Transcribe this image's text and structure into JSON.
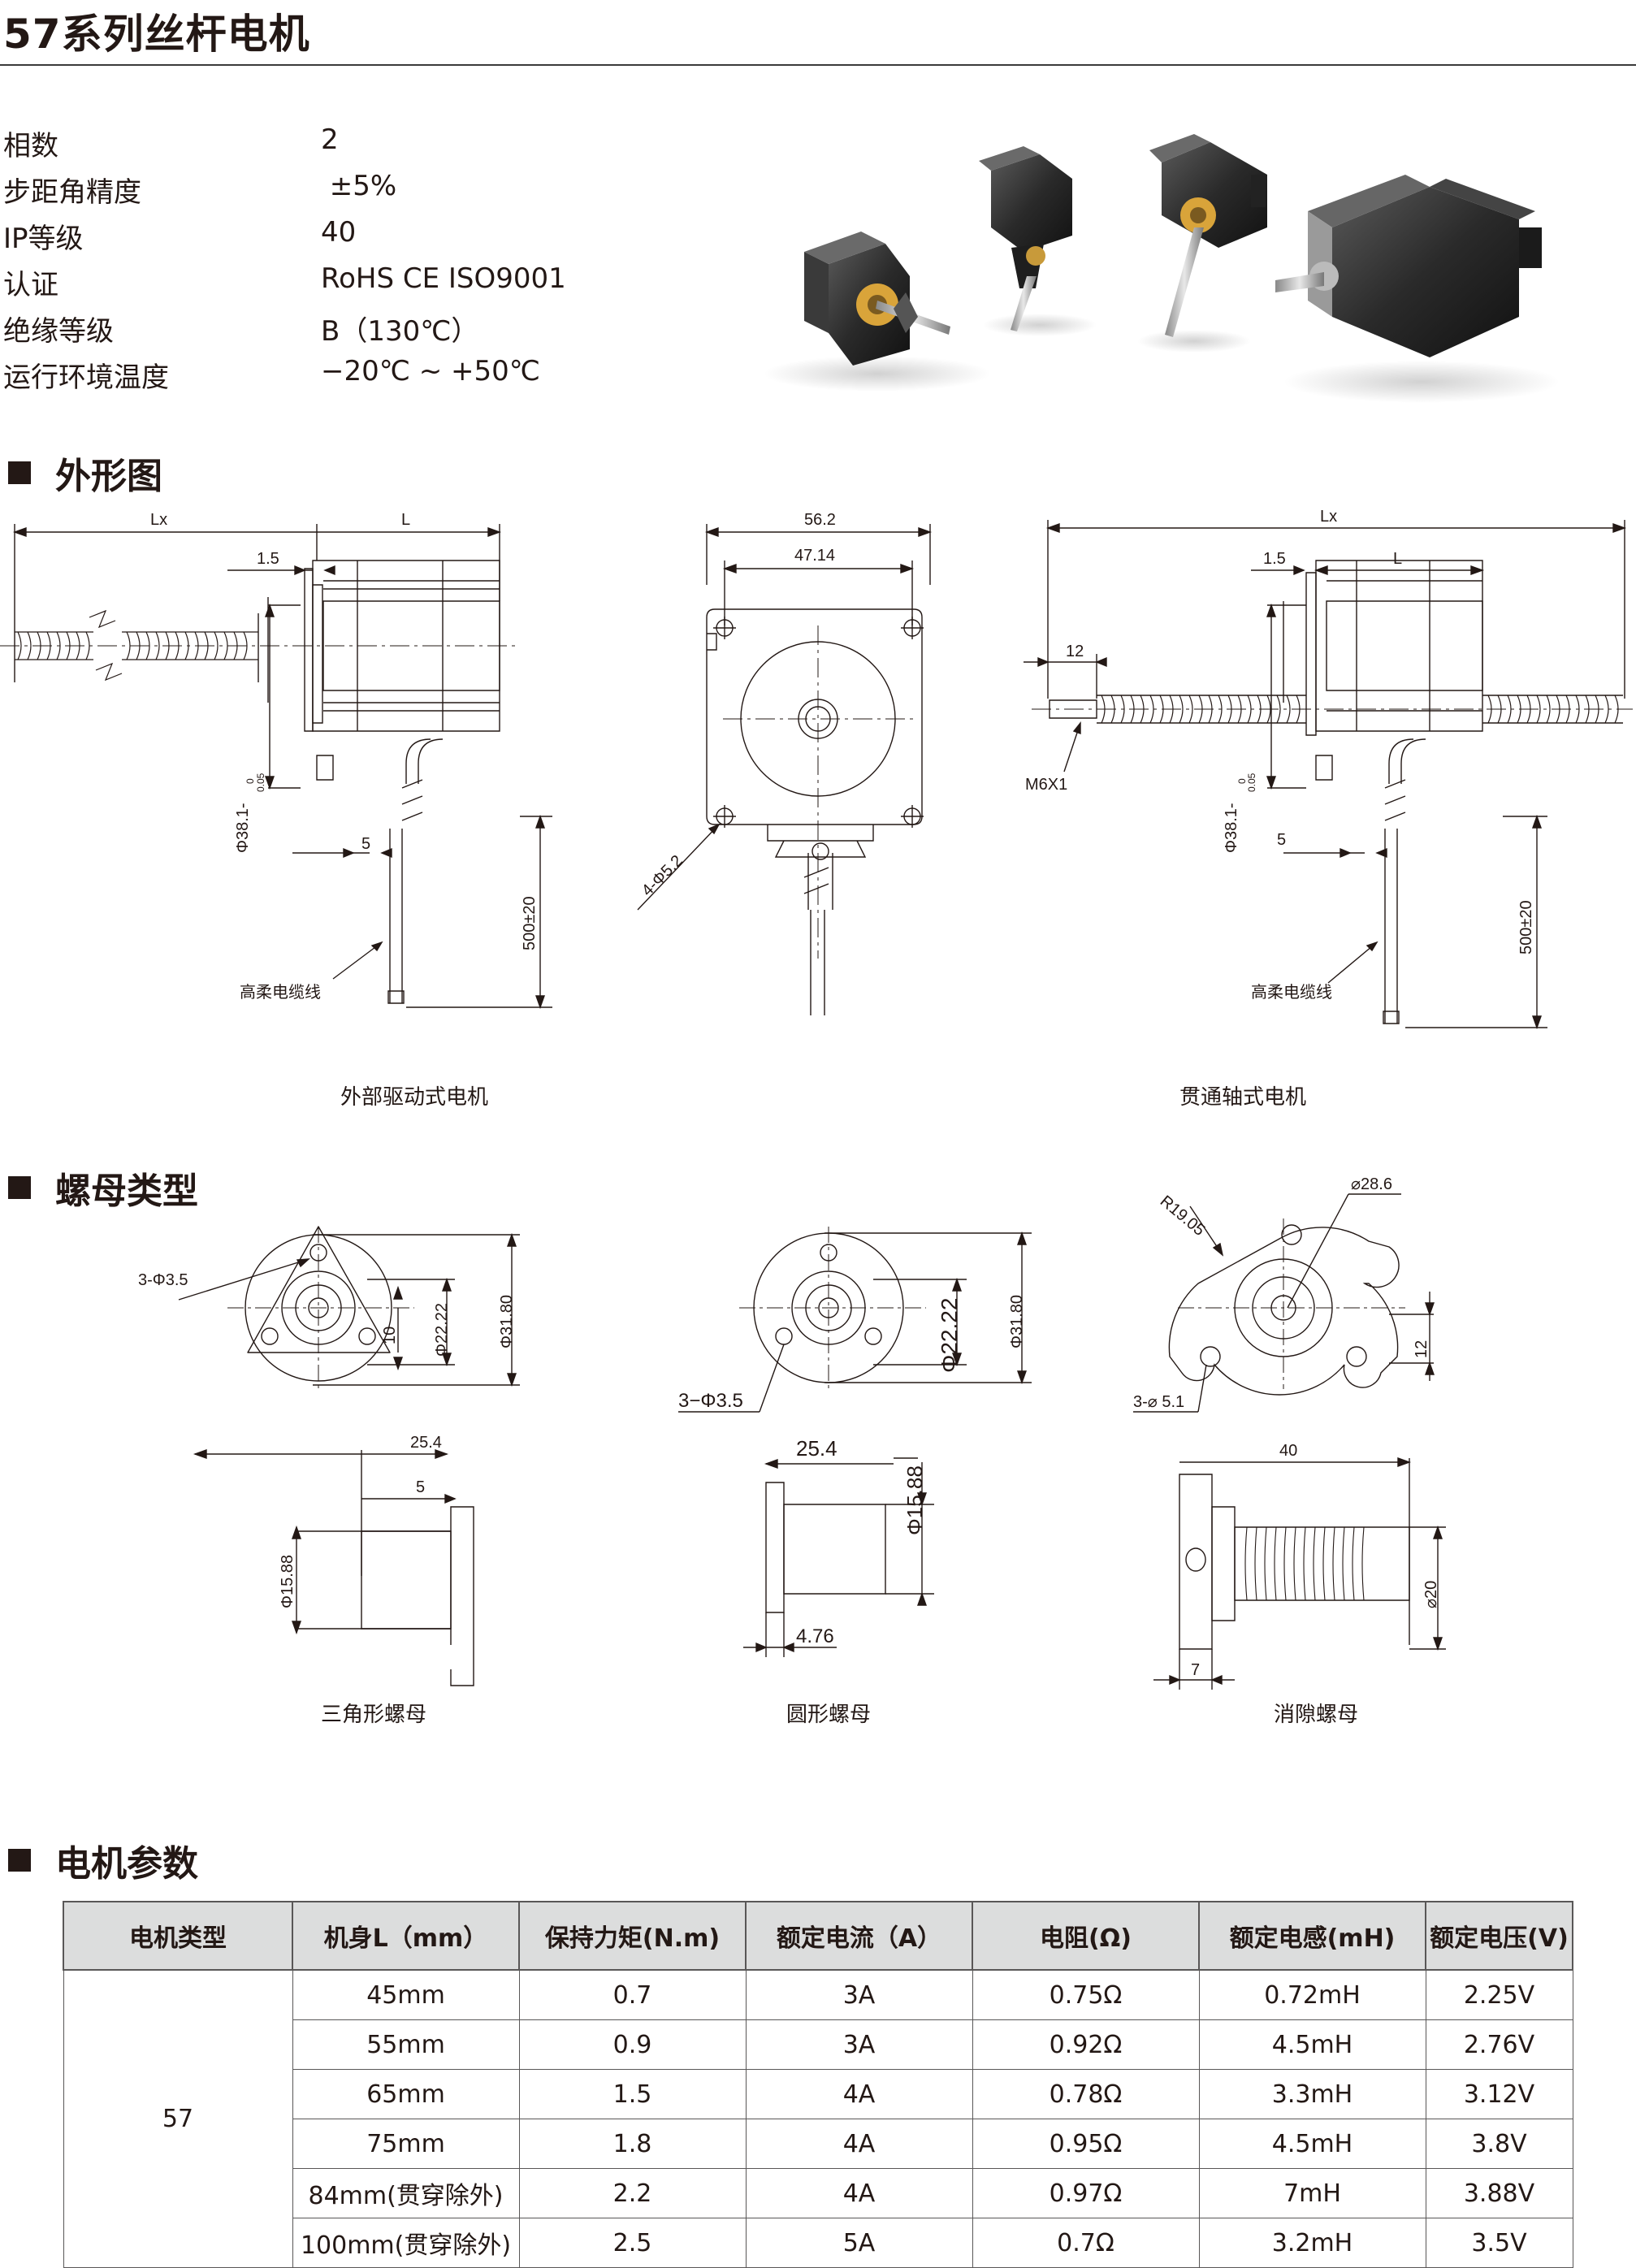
{
  "title": "57系列丝杆电机",
  "specs": [
    {
      "label": "相数",
      "value": "2"
    },
    {
      "label": "步距角精度",
      "value": " ±5%"
    },
    {
      "label": "IP等级",
      "value": "40"
    },
    {
      "label": "认证",
      "value": "RoHS CE ISO9001"
    },
    {
      "label": "绝缘等级",
      "value": "B（130℃）"
    },
    {
      "label": "运行环境温度",
      "value": "−20℃ ~ +50℃"
    }
  ],
  "sections": {
    "outline": "外形图",
    "nut": "螺母类型",
    "params": "电机参数"
  },
  "outline_drawings": {
    "external": {
      "caption": "外部驱动式电机",
      "dims": {
        "lx": "Lx",
        "l": "L",
        "d1": "1.5",
        "shaft": "Φ38.1-",
        "tol_top": "0",
        "tol_bot": "0.05",
        "d5": "5",
        "cable_len": "500±20",
        "cable": "高柔电缆线"
      }
    },
    "front": {
      "dims": {
        "w1": "56.2",
        "w2": "47.14",
        "holes": "4-Φ5.2"
      }
    },
    "through": {
      "caption": "贯通轴式电机",
      "dims": {
        "lx": "Lx",
        "l": "L",
        "d1": "1.5",
        "d12": "12",
        "thread": "M6X1",
        "shaft": "Φ38.1-",
        "tol_top": "0",
        "tol_bot": "0.05",
        "d5": "5",
        "cable_len": "500±20",
        "cable": "高柔电缆线"
      }
    }
  },
  "nut_drawings": {
    "triangle": {
      "caption": "三角形螺母",
      "dims": {
        "holes": "3-Φ3.5",
        "d10": "10",
        "d2222": "Φ22.22",
        "d318": "Φ31.80",
        "len": "25.4",
        "d5": "5",
        "d1588": "Φ15.88"
      }
    },
    "round": {
      "caption": "圆形螺母",
      "dims": {
        "holes": "3−Φ3.5",
        "d2222": "Φ22.22",
        "d318": "Φ31.80",
        "len": "25.4",
        "d1588": "Φ15.88",
        "d476": "4.76"
      }
    },
    "antibacklash": {
      "caption": "消隙螺母",
      "dims": {
        "r": "R19.05",
        "d286": "⌀28.6",
        "d12": "12",
        "holes": "3-⌀ 5.1",
        "len": "40",
        "d20": "⌀20",
        "d7": "7"
      }
    }
  },
  "table": {
    "headers": [
      "电机类型",
      "机身L（mm）",
      "保持力矩(N.m)",
      "额定电流（A）",
      "电阻(Ω)",
      "额定电感(mH)",
      "额定电压(V)"
    ],
    "motor_type": "57",
    "rows": [
      [
        "45mm",
        "0.7",
        "3A",
        "0.75Ω",
        "0.72mH",
        "2.25V"
      ],
      [
        "55mm",
        "0.9",
        "3A",
        "0.92Ω",
        "4.5mH",
        "2.76V"
      ],
      [
        "65mm",
        "1.5",
        "4A",
        "0.78Ω",
        "3.3mH",
        "3.12V"
      ],
      [
        "75mm",
        "1.8",
        "4A",
        "0.95Ω",
        "4.5mH",
        "3.8V"
      ],
      [
        "84mm(贯穿除外)",
        "2.2",
        "4A",
        "0.97Ω",
        "7mH",
        "3.88V"
      ],
      [
        "100mm(贯穿除外)",
        "2.5",
        "5A",
        "0.7Ω",
        "3.2mH",
        "3.5V"
      ]
    ]
  }
}
